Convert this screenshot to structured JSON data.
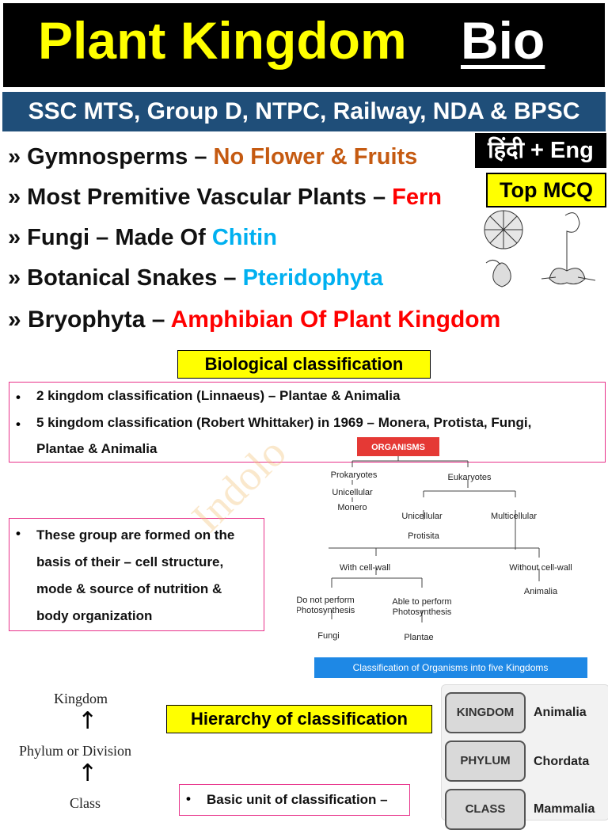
{
  "header": {
    "title": "Plant Kingdom",
    "subject": "Bio",
    "exams": "SSC MTS, Group D, NTPC, Railway, NDA & BPSC"
  },
  "badges": {
    "language": "हिंदी + Eng",
    "mcq": "Top MCQ"
  },
  "facts": [
    {
      "term": "» Gymnosperms – ",
      "answer": "No Flower & Fruits",
      "color": "#c55a11"
    },
    {
      "term": "» Most Premitive Vascular Plants – ",
      "answer": "Fern",
      "color": "#ff0000"
    },
    {
      "term": "» Fungi – Made Of ",
      "answer": "Chitin",
      "color": "#00b0f0"
    },
    {
      "term": "» Botanical Snakes  – ",
      "answer": "Pteridophyta",
      "color": "#00b0f0"
    },
    {
      "term": "» Bryophyta – ",
      "answer": "Amphibian Of Plant Kingdom",
      "color": "#ff0000"
    }
  ],
  "bio_classification": {
    "heading": "Biological classification",
    "points": [
      "2 kingdom classification (Linnaeus) – Plantae & Animalia",
      "5 kingdom classification (Robert Whittaker) in 1969 – Monera, Protista, Fungi,",
      "Plantae & Animalia"
    ],
    "basis": [
      "These group are formed on the",
      "basis of their – cell structure,",
      "mode & source of nutrition &",
      "body organization"
    ]
  },
  "diagram": {
    "root": "ORGANISMS",
    "prokaryotes": "Prokaryotes",
    "eukaryotes": "Eukaryotes",
    "unicellular_1": "Unicellular",
    "monero": "Monero",
    "unicellular_2": "Unicellular",
    "multicellular": "Multicellular",
    "protisita": "Protisita",
    "with_cell_wall": "With cell-wall",
    "without_cell_wall": "Without cell-wall",
    "animalia": "Animalia",
    "do_not_1": "Do not  perform",
    "do_not_2": "Photosynthesis",
    "able_1": "Able to perform",
    "able_2": "Photosynthesis",
    "fungi": "Fungi",
    "plantae": "Plantae",
    "caption": "Classification of Organisms into five Kingdoms"
  },
  "hierarchy": {
    "heading": "Hierarchy of classification",
    "levels": [
      "Kingdom",
      "Phylum or Division",
      "Class"
    ],
    "basic_unit": "Basic unit of classification –",
    "table": [
      {
        "rank": "KINGDOM",
        "example": "Animalia"
      },
      {
        "rank": "PHYLUM",
        "example": "Chordata"
      },
      {
        "rank": "CLASS",
        "example": "Mammalia"
      }
    ]
  },
  "watermark": "Indolo"
}
